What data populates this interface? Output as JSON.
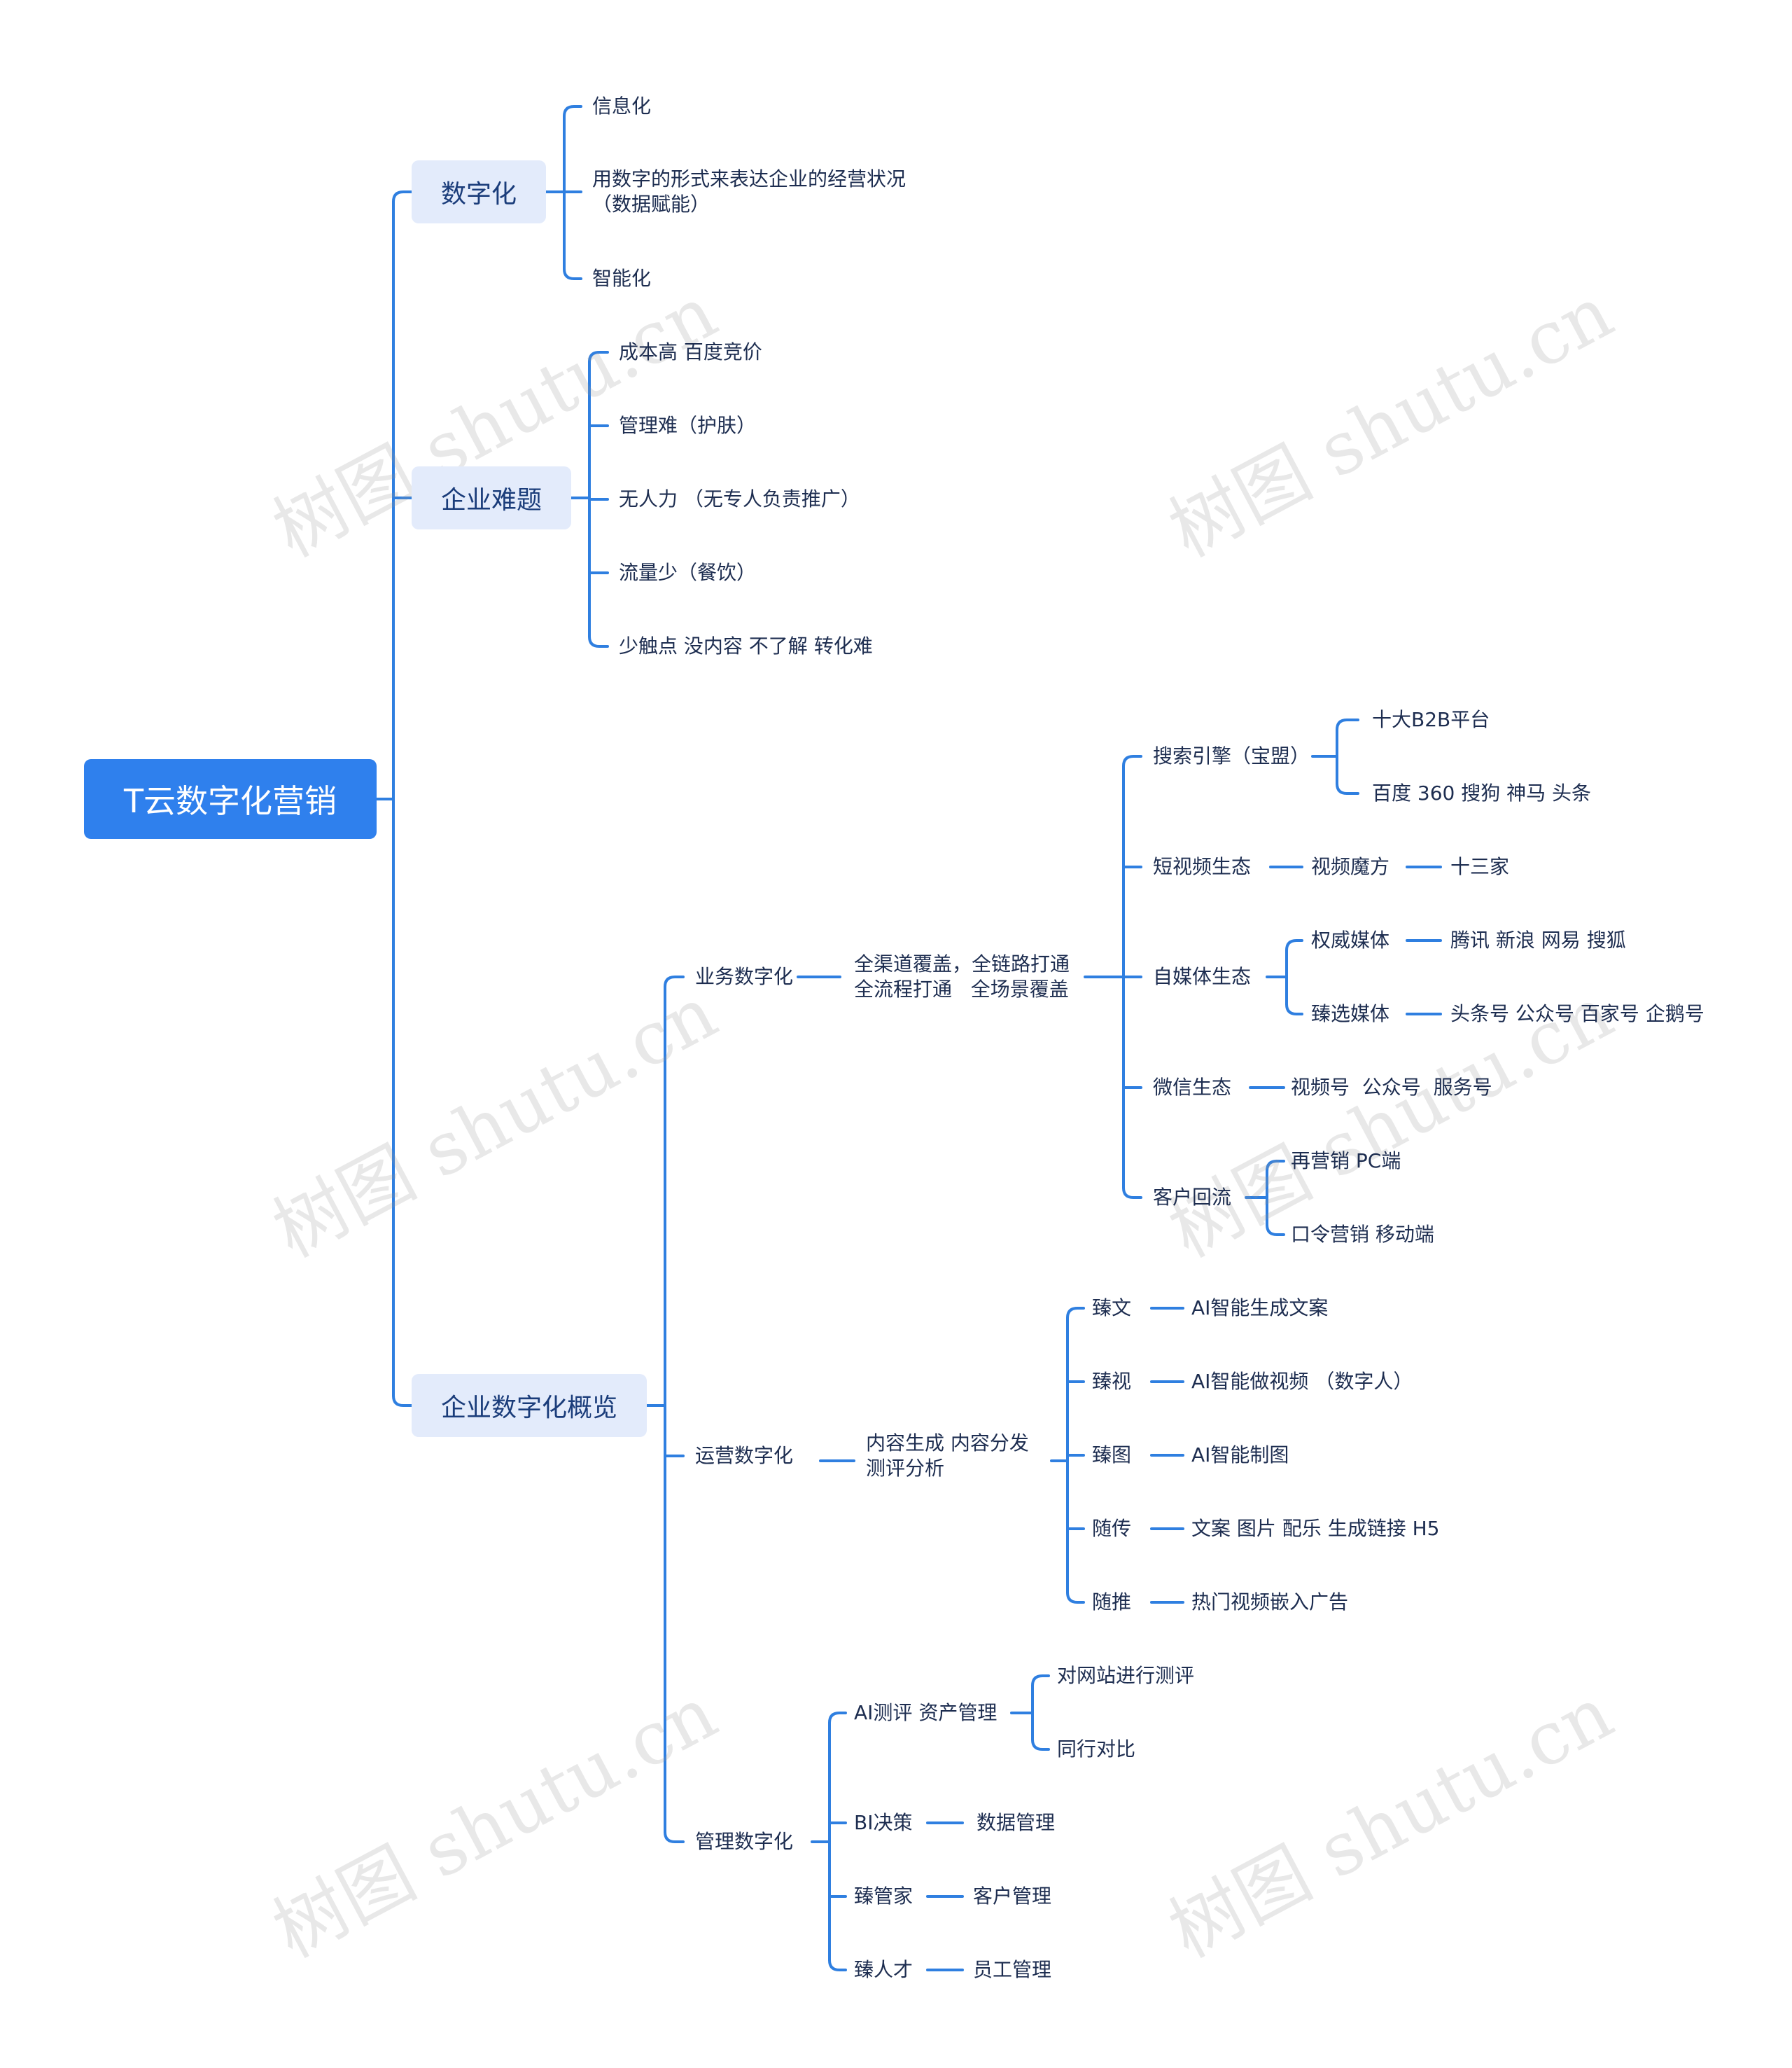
{
  "root": "T云数字化营销",
  "watermark": "树图 shutu.cn",
  "colors": {
    "link": "#2f7fe0",
    "root_bg": "#2f80ed",
    "branch_bg": "#e3ebfb",
    "text": "#1d2d50"
  },
  "branches": [
    {
      "label": "数字化",
      "items": [
        "信息化",
        "用数字的形式来表达企业的经营状况\n（数据赋能）",
        "智能化"
      ]
    },
    {
      "label": "企业难题",
      "items": [
        "成本高 百度竞价",
        "管理难（护肤）",
        "无人力 （无专人负责推广）",
        "流量少（餐饮）",
        "少触点 没内容 不了解 转化难"
      ]
    },
    {
      "label": "企业数字化概览",
      "business": {
        "label": "业务数字化",
        "desc": "全渠道覆盖，全链路打通\n全流程打通   全场景覆盖",
        "search": {
          "label": "搜索引擎（宝盟）",
          "items": [
            "十大B2B平台",
            "百度 360 搜狗 神马 头条"
          ]
        },
        "short_video": {
          "label": "短视频生态",
          "mid": "视频魔方",
          "end": "十三家"
        },
        "media": {
          "label": "自媒体生态",
          "a": {
            "label": "权威媒体",
            "end": "腾讯 新浪 网易 搜狐"
          },
          "b": {
            "label": "臻选媒体",
            "end": "头条号 公众号 百家号 企鹅号"
          }
        },
        "wechat": {
          "label": "微信生态",
          "end": "视频号  公众号  服务号"
        },
        "return": {
          "label": "客户回流",
          "items": [
            "再营销 PC端",
            "口令营销 移动端"
          ]
        }
      },
      "operation": {
        "label": "运营数字化",
        "desc": "内容生成 内容分发\n测评分析",
        "items": [
          {
            "label": "臻文",
            "end": "AI智能生成文案"
          },
          {
            "label": "臻视",
            "end": "AI智能做视频 （数字人）"
          },
          {
            "label": "臻图",
            "end": "AI智能制图"
          },
          {
            "label": "随传",
            "end": "文案 图片 配乐 生成链接 H5"
          },
          {
            "label": "随推",
            "end": "热门视频嵌入广告"
          }
        ]
      },
      "management": {
        "label": "管理数字化",
        "ai": {
          "label": "AI测评 资产管理",
          "items": [
            "对网站进行测评",
            "同行对比"
          ]
        },
        "items": [
          {
            "label": "BI决策",
            "end": "数据管理"
          },
          {
            "label": "臻管家",
            "end": "客户管理"
          },
          {
            "label": "臻人才",
            "end": "员工管理"
          }
        ]
      }
    }
  ]
}
